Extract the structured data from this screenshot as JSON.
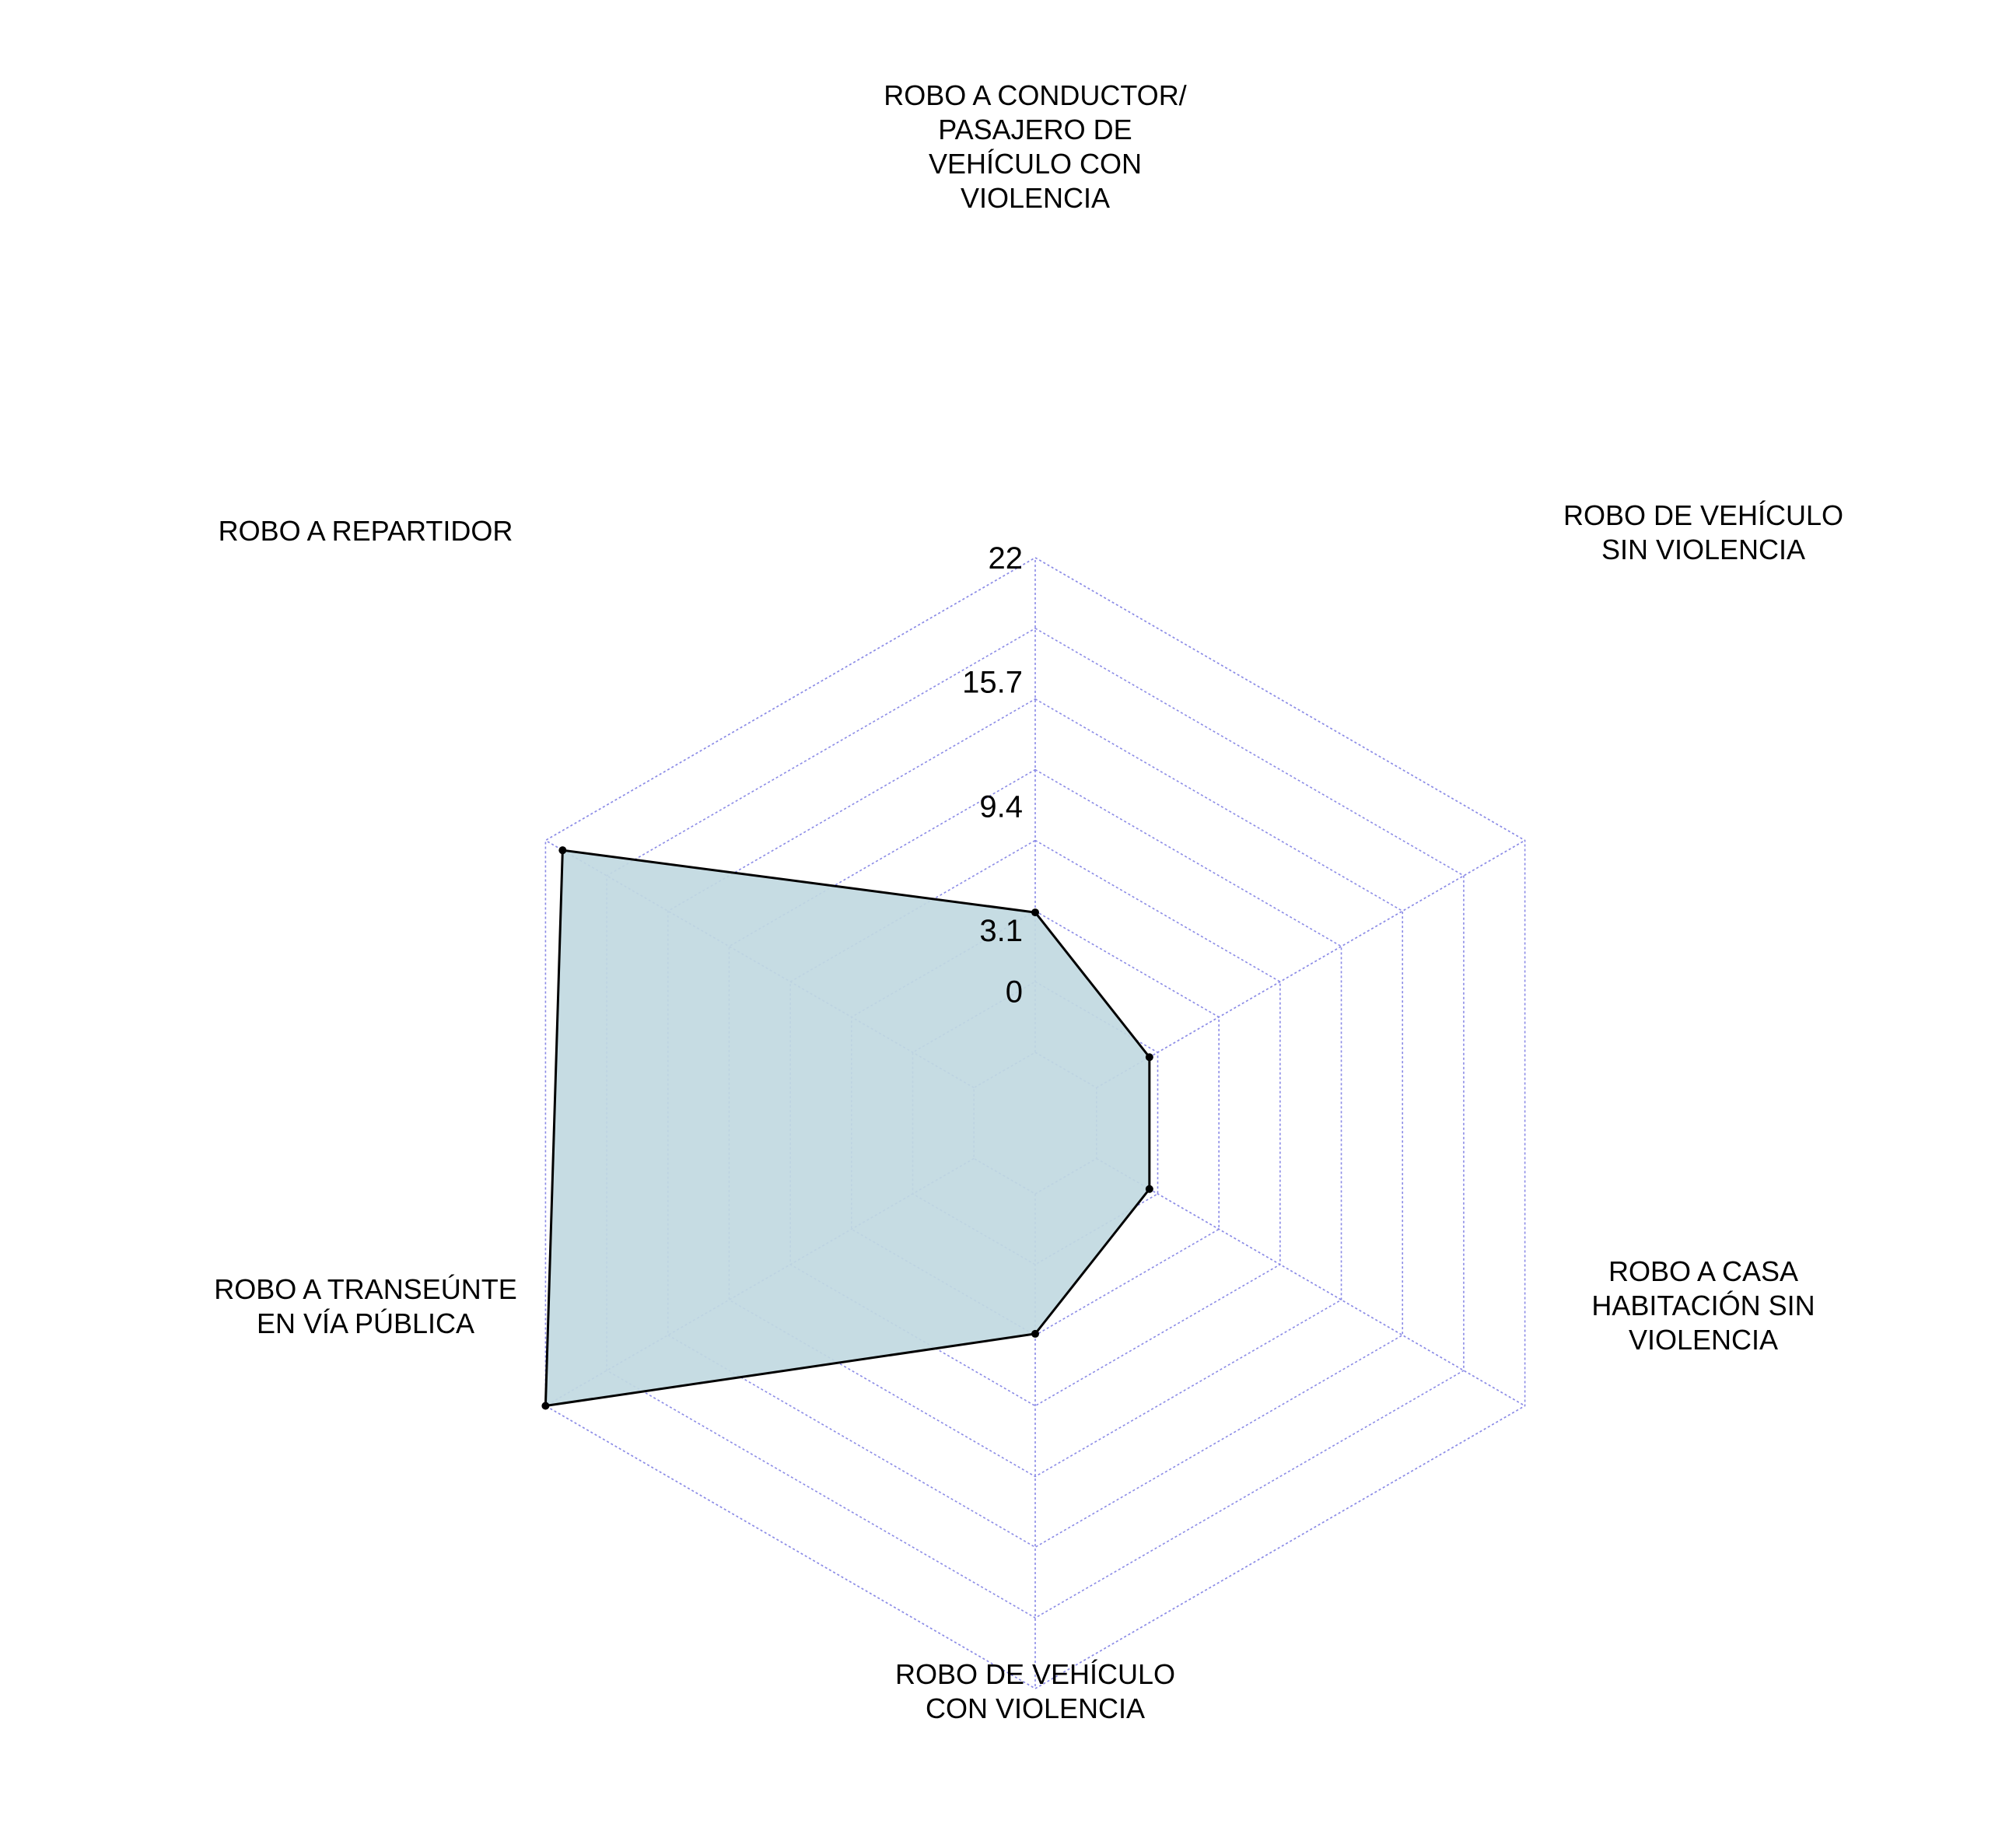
{
  "chart_data": {
    "type": "radar",
    "axes": [
      "ROBO A CONDUCTOR/ PASAJERO DE VEHÍCULO CON VIOLENCIA",
      "ROBO DE VEHÍCULO SIN VIOLENCIA",
      "ROBO A CASA HABITACIÓN SIN VIOLENCIA",
      "ROBO DE VEHÍCULO CON VIOLENCIA",
      "ROBO A TRANSEÚNTE EN VÍA PÚBLICA",
      "ROBO A REPARTIDOR"
    ],
    "axis_label_lines": [
      [
        "ROBO A CONDUCTOR/",
        "PASAJERO DE",
        "VEHÍCULO CON",
        "VIOLENCIA"
      ],
      [
        "ROBO DE VEHÍCULO",
        "SIN VIOLENCIA"
      ],
      [
        "ROBO A CASA",
        "HABITACIÓN SIN",
        "VIOLENCIA"
      ],
      [
        "ROBO DE VEHÍCULO",
        "CON VIOLENCIA"
      ],
      [
        "ROBO A TRANSEÚNTE",
        "EN VÍA PÚBLICA"
      ],
      [
        "ROBO A REPARTIDOR"
      ]
    ],
    "series": [
      {
        "values": [
          4,
          0,
          0,
          4,
          22,
          21
        ]
      }
    ],
    "rmin": -3.1,
    "rmax": 22,
    "grid_levels": 7,
    "tick_labels": [
      "0",
      "3.1",
      "9.4",
      "15.7",
      "22"
    ],
    "tick_values": [
      0,
      3.1,
      9.4,
      15.7,
      22
    ],
    "fill_color": "#c1d9e1",
    "line_color": "#000000",
    "grid_color": "#8a8ae6",
    "grid": true
  }
}
